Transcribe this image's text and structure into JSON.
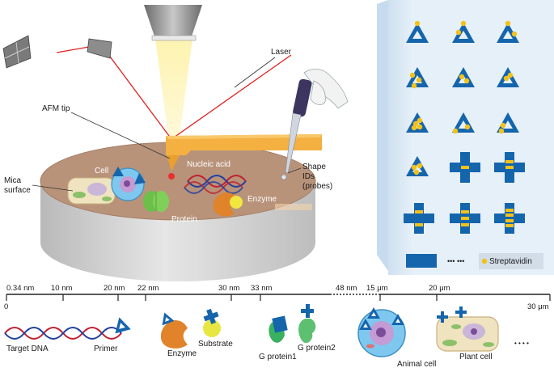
{
  "labels": {
    "laser": "Laser",
    "afm_tip": "AFM tip",
    "mica_surface_line1": "Mica",
    "mica_surface_line2": "surface",
    "cell": "Cell",
    "nucleic_acid": "Nucleic acid",
    "protein": "Protein",
    "enzyme_on_surface": "Enzyme",
    "shape_ids_line1": "Shape",
    "shape_ids_line2": "IDs",
    "shape_ids_line3": "(probes)",
    "legend_ellipsis": "••• •••",
    "streptavidin": "Streptavidin"
  },
  "scale": {
    "start": "0",
    "end": "30 μm",
    "ticks": [
      "0.34 nm",
      "10 nm",
      "20 nm",
      "22 nm",
      "30 nm",
      "33 nm",
      "48 nm",
      "15 μm",
      "20 μm"
    ]
  },
  "examples": {
    "target_dna": "Target DNA",
    "primer": "Primer",
    "enzyme": "Enzyme",
    "substrate": "Substrate",
    "g_protein1": "G protein1",
    "g_protein2": "G protein2",
    "animal_cell": "Animal cell",
    "plant_cell": "Plant cell",
    "trailing_ellipsis": "• • • •"
  },
  "colors": {
    "shape_blue": "#1565ad",
    "streptavidin_yellow": "#f2c21b",
    "panel_bg": "#e3eef8",
    "mica_brown": "#b8937a",
    "cantilever_orange": "#f4b040",
    "laser_red": "#e02020"
  }
}
